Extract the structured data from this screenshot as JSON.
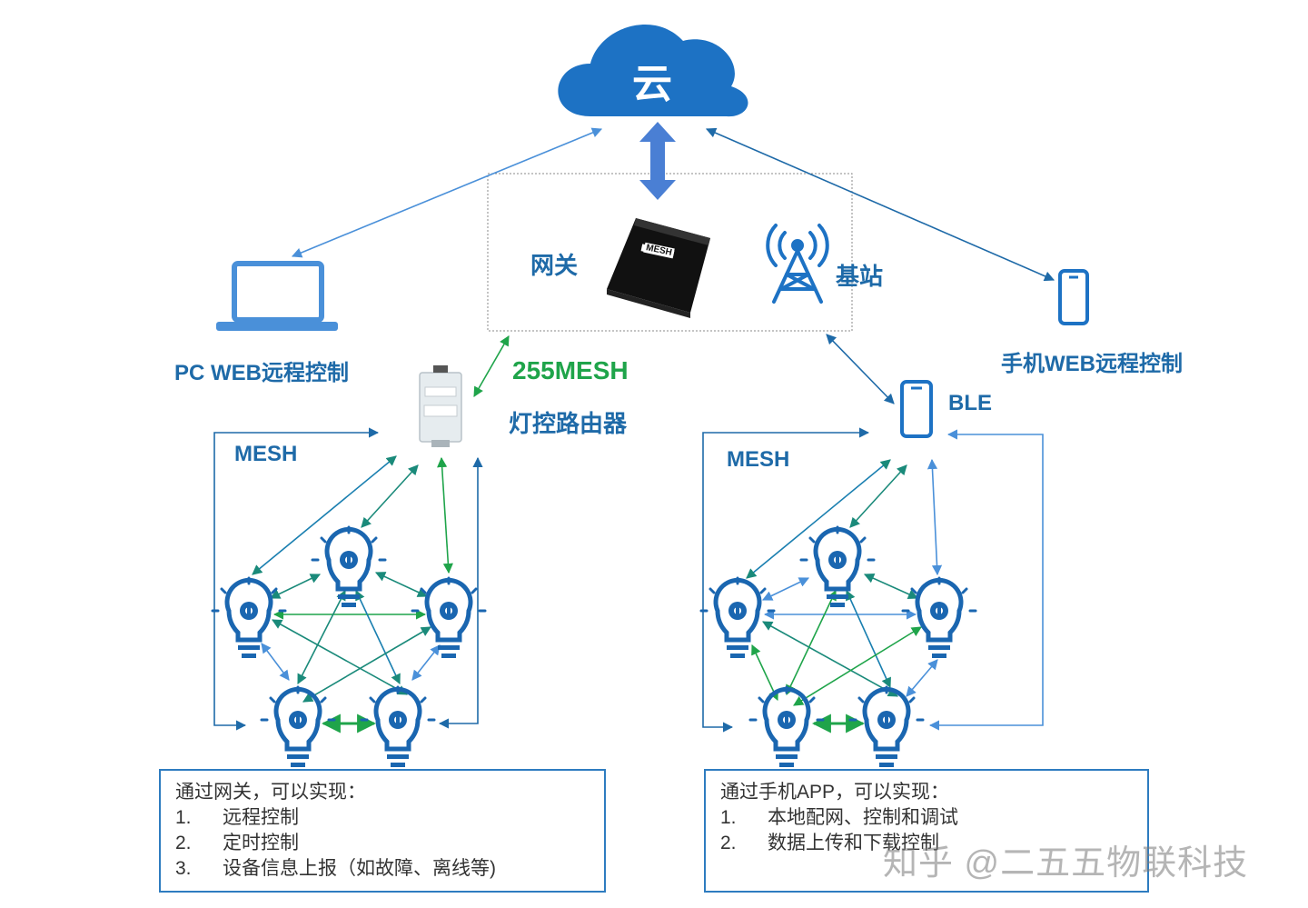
{
  "cloud": {
    "label": "云"
  },
  "gateway": {
    "label": "网关",
    "device_brand": "MESH"
  },
  "base_station": {
    "label": "基站"
  },
  "pc": {
    "label": "PC WEB远程控制"
  },
  "phone_web": {
    "label": "手机WEB远程控制"
  },
  "router": {
    "name": "255MESH",
    "subtitle": "灯控路由器"
  },
  "ble": {
    "label": "BLE"
  },
  "mesh_left": {
    "label": "MESH"
  },
  "mesh_right": {
    "label": "MESH"
  },
  "gateway_box": {
    "title": "通过网关，可以实现：",
    "items": [
      {
        "num": "1.",
        "text": "远程控制"
      },
      {
        "num": "2.",
        "text": "定时控制"
      },
      {
        "num": "3.",
        "text": "设备信息上报（如故障、离线等)"
      }
    ]
  },
  "app_box": {
    "title": "通过手机APP，可以实现：",
    "items": [
      {
        "num": "1.",
        "text": "本地配网、控制和调试"
      },
      {
        "num": "2.",
        "text": "数据上传和下载控制"
      }
    ]
  },
  "watermark": "知乎 @二五五物联科技",
  "colors": {
    "blue": "#1e6aa8",
    "cloud_blue": "#1d72c4",
    "green": "#1fa44a",
    "teal": "#1a8a7a"
  }
}
